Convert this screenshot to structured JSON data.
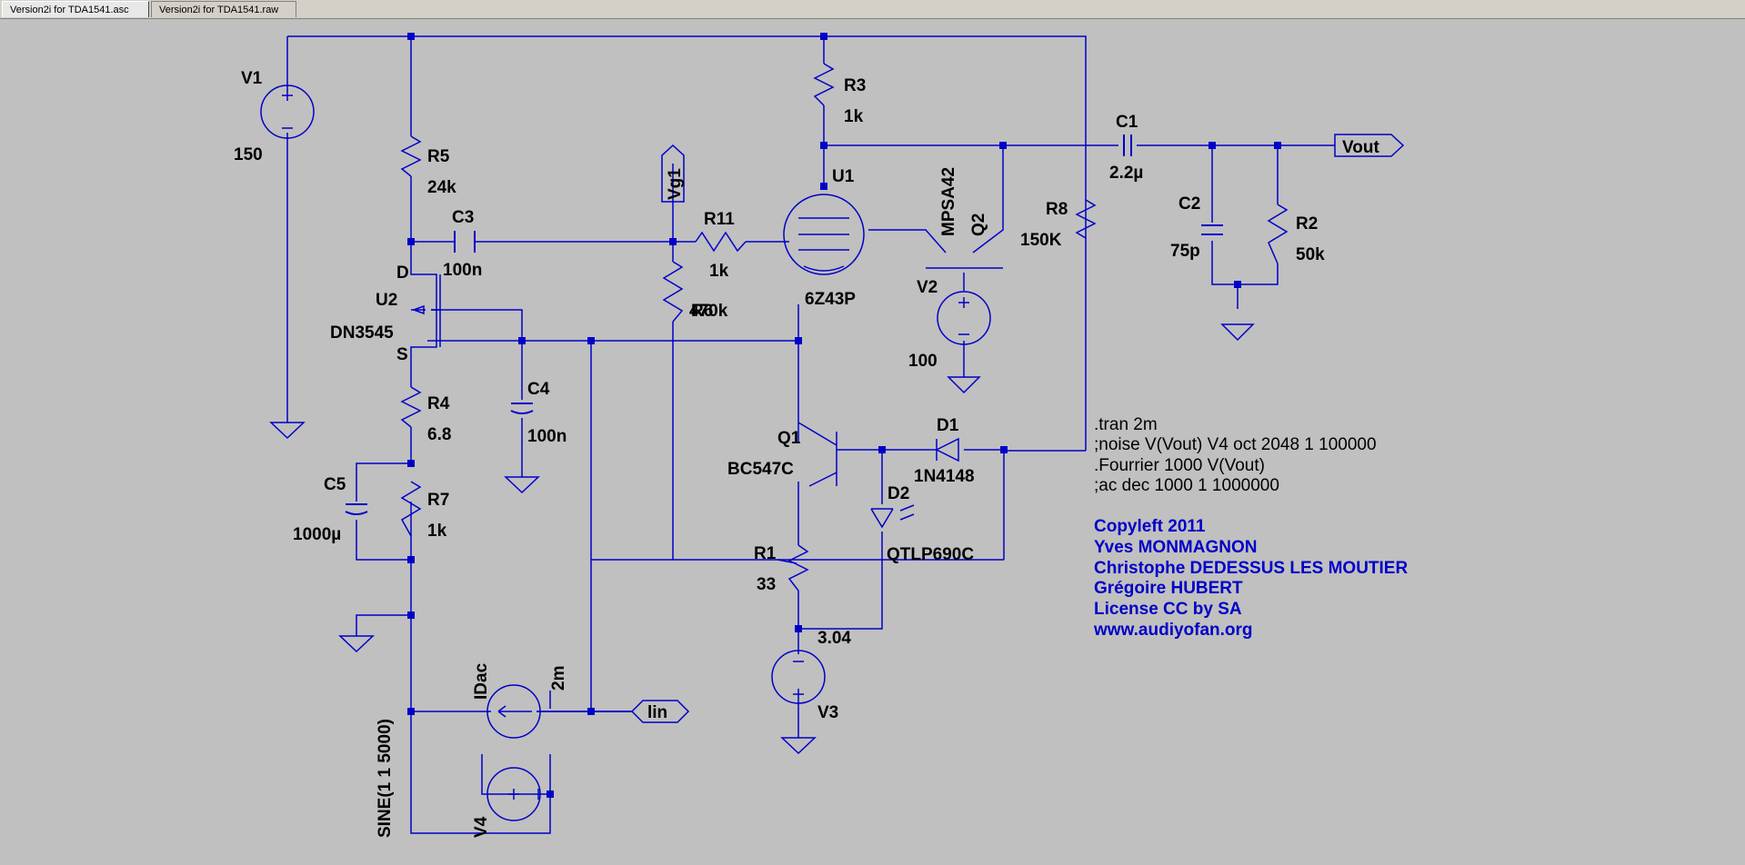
{
  "tabs": [
    {
      "label": "Version2i for TDA1541.asc",
      "active": true
    },
    {
      "label": "Version2i for TDA1541.raw",
      "active": false
    }
  ],
  "components": {
    "V1": {
      "name": "V1",
      "value": "150"
    },
    "R5": {
      "name": "R5",
      "value": "24k"
    },
    "C3": {
      "name": "C3",
      "value": "100n"
    },
    "U2": {
      "name": "U2",
      "value": "DN3545",
      "pin_d": "D",
      "pin_s": "S"
    },
    "R4": {
      "name": "R4",
      "value": "6.8"
    },
    "C4": {
      "name": "C4",
      "value": "100n"
    },
    "C5": {
      "name": "C5",
      "value": "1000µ"
    },
    "R7": {
      "name": "R7",
      "value": "1k"
    },
    "R6": {
      "name": "R6",
      "value": "470k"
    },
    "R11": {
      "name": "R11",
      "value": "1k"
    },
    "R3": {
      "name": "R3",
      "value": "1k"
    },
    "U1": {
      "name": "U1",
      "value": "6Z43P"
    },
    "Q2": {
      "name": "Q2",
      "value": "MPSA42"
    },
    "V2": {
      "name": "V2",
      "value": "100"
    },
    "R8": {
      "name": "R8",
      "value": "150K"
    },
    "C1": {
      "name": "C1",
      "value": "2.2µ"
    },
    "C2": {
      "name": "C2",
      "value": "75p"
    },
    "R2": {
      "name": "R2",
      "value": "50k"
    },
    "Q1": {
      "name": "Q1",
      "value": "BC547C"
    },
    "D1": {
      "name": "D1",
      "value": "1N4148"
    },
    "D2": {
      "name": "D2",
      "value": "QTLP690C"
    },
    "R1": {
      "name": "R1",
      "value": "33",
      "wiper": "3.04"
    },
    "V3": {
      "name": "V3"
    },
    "IDac": {
      "name": "IDac",
      "value": "2m"
    },
    "V4": {
      "name": "V4",
      "value": "SINE(1 1 5000)"
    }
  },
  "nets": {
    "vout": "Vout",
    "vg1": "Vg1",
    "lin": "lin"
  },
  "directives": [
    ".tran 2m",
    ";noise V(Vout) V4 oct 2048 1 100000",
    ".Fourrier 1000 V(Vout)",
    ";ac dec 1000 1 1000000"
  ],
  "credits": [
    "Copyleft 2011",
    "Yves MONMAGNON",
    "Christophe DEDESSUS LES MOUTIER",
    "Grégoire HUBERT",
    "License CC by SA",
    "www.audiyofan.org"
  ],
  "colors": {
    "wire": "#0000c8",
    "background": "#c0c0c0",
    "credits": "#0000c8"
  }
}
